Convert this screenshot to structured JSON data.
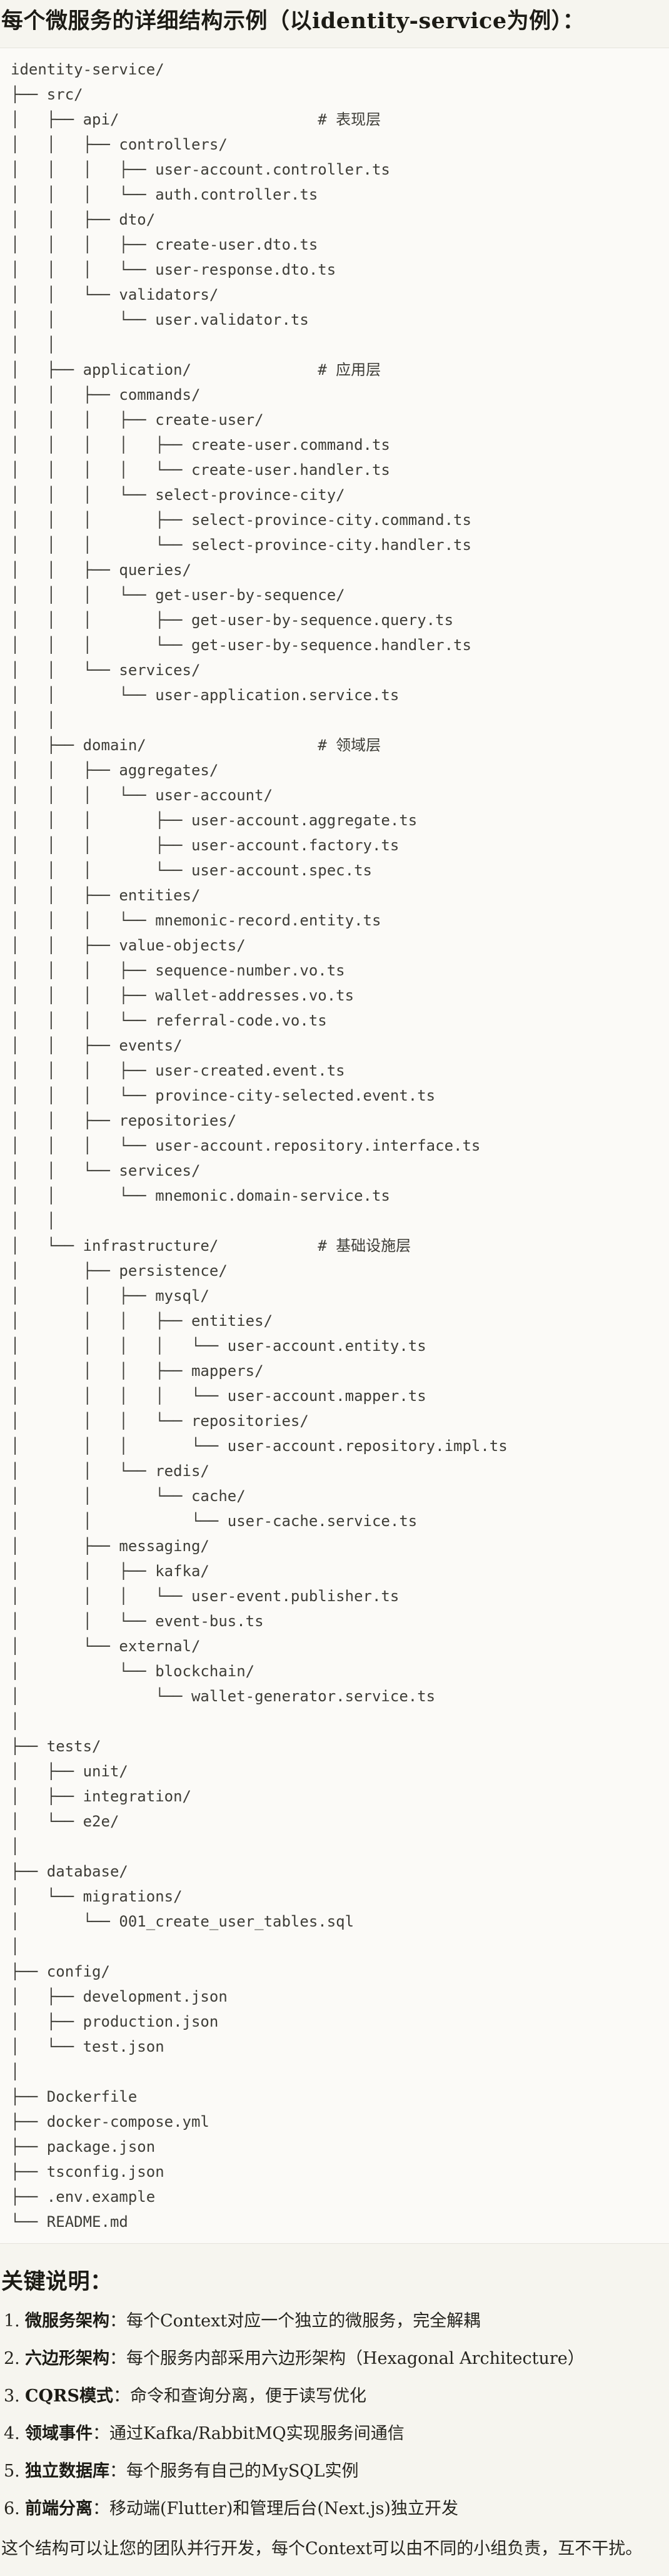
{
  "title": "每个微服务的详细结构示例（以identity-service为例）：",
  "tree": {
    "lines": [
      "identity-service/",
      "├── src/",
      "│   ├── api/                      # 表现层",
      "│   │   ├── controllers/",
      "│   │   │   ├── user-account.controller.ts",
      "│   │   │   └── auth.controller.ts",
      "│   │   ├── dto/",
      "│   │   │   ├── create-user.dto.ts",
      "│   │   │   └── user-response.dto.ts",
      "│   │   └── validators/",
      "│   │       └── user.validator.ts",
      "│   │",
      "│   ├── application/              # 应用层",
      "│   │   ├── commands/",
      "│   │   │   ├── create-user/",
      "│   │   │   │   ├── create-user.command.ts",
      "│   │   │   │   └── create-user.handler.ts",
      "│   │   │   └── select-province-city/",
      "│   │   │       ├── select-province-city.command.ts",
      "│   │   │       └── select-province-city.handler.ts",
      "│   │   ├── queries/",
      "│   │   │   └── get-user-by-sequence/",
      "│   │   │       ├── get-user-by-sequence.query.ts",
      "│   │   │       └── get-user-by-sequence.handler.ts",
      "│   │   └── services/",
      "│   │       └── user-application.service.ts",
      "│   │",
      "│   ├── domain/                   # 领域层",
      "│   │   ├── aggregates/",
      "│   │   │   └── user-account/",
      "│   │   │       ├── user-account.aggregate.ts",
      "│   │   │       ├── user-account.factory.ts",
      "│   │   │       └── user-account.spec.ts",
      "│   │   ├── entities/",
      "│   │   │   └── mnemonic-record.entity.ts",
      "│   │   ├── value-objects/",
      "│   │   │   ├── sequence-number.vo.ts",
      "│   │   │   ├── wallet-addresses.vo.ts",
      "│   │   │   └── referral-code.vo.ts",
      "│   │   ├── events/",
      "│   │   │   ├── user-created.event.ts",
      "│   │   │   └── province-city-selected.event.ts",
      "│   │   ├── repositories/",
      "│   │   │   └── user-account.repository.interface.ts",
      "│   │   └── services/",
      "│   │       └── mnemonic.domain-service.ts",
      "│   │",
      "│   └── infrastructure/           # 基础设施层",
      "│       ├── persistence/",
      "│       │   ├── mysql/",
      "│       │   │   ├── entities/",
      "│       │   │   │   └── user-account.entity.ts",
      "│       │   │   ├── mappers/",
      "│       │   │   │   └── user-account.mapper.ts",
      "│       │   │   └── repositories/",
      "│       │   │       └── user-account.repository.impl.ts",
      "│       │   └── redis/",
      "│       │       └── cache/",
      "│       │           └── user-cache.service.ts",
      "│       ├── messaging/",
      "│       │   ├── kafka/",
      "│       │   │   └── user-event.publisher.ts",
      "│       │   └── event-bus.ts",
      "│       └── external/",
      "│           └── blockchain/",
      "│               └── wallet-generator.service.ts",
      "│",
      "├── tests/",
      "│   ├── unit/",
      "│   ├── integration/",
      "│   └── e2e/",
      "│",
      "├── database/",
      "│   └── migrations/",
      "│       └── 001_create_user_tables.sql",
      "│",
      "├── config/",
      "│   ├── development.json",
      "│   ├── production.json",
      "│   └── test.json",
      "│",
      "├── Dockerfile",
      "├── docker-compose.yml",
      "├── package.json",
      "├── tsconfig.json",
      "├── .env.example",
      "└── README.md"
    ]
  },
  "notes": {
    "heading": "关键说明：",
    "items": [
      {
        "number": "1.",
        "term": "微服务架构",
        "desc": "：每个Context对应一个独立的微服务，完全解耦"
      },
      {
        "number": "2.",
        "term": "六边形架构",
        "desc": "：每个服务内部采用六边形架构（Hexagonal Architecture）"
      },
      {
        "number": "3.",
        "term": "CQRS模式",
        "desc": "：命令和查询分离，便于读写优化"
      },
      {
        "number": "4.",
        "term": "领域事件",
        "desc": "：通过Kafka/RabbitMQ实现服务间通信"
      },
      {
        "number": "5.",
        "term": "独立数据库",
        "desc": "：每个服务有自己的MySQL实例"
      },
      {
        "number": "6.",
        "term": "前端分离",
        "desc": "：移动端(Flutter)和管理后台(Next.js)独立开发"
      }
    ],
    "footer": "这个结构可以让您的团队并行开发，每个Context可以由不同的小组负责，互不干扰。"
  },
  "colors": {
    "page_background": "#f6f5ef",
    "code_background": "#fbfaf7",
    "code_border": "#e6e4dc",
    "code_text": "#3e3d37",
    "heading_text": "#1c1b15",
    "body_text": "#26251f"
  }
}
